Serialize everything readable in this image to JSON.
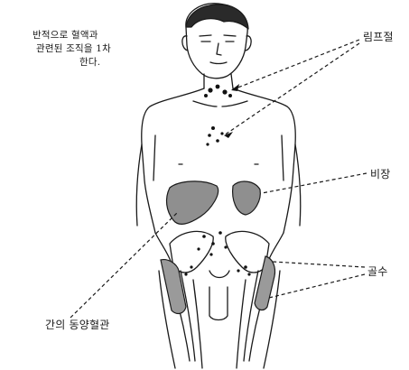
{
  "intro_text": {
    "line1": "반적으로 혈액과",
    "line2": "관련된 조직을 1차",
    "line3": "한다."
  },
  "labels": {
    "lymph_node": "림프절",
    "spleen": "비장",
    "bone_marrow": "골수",
    "liver_sinusoid": "간의 동양혈관"
  },
  "colors": {
    "ink": "#111111",
    "organ_fill": "#9a9a9a",
    "background": "#ffffff"
  }
}
